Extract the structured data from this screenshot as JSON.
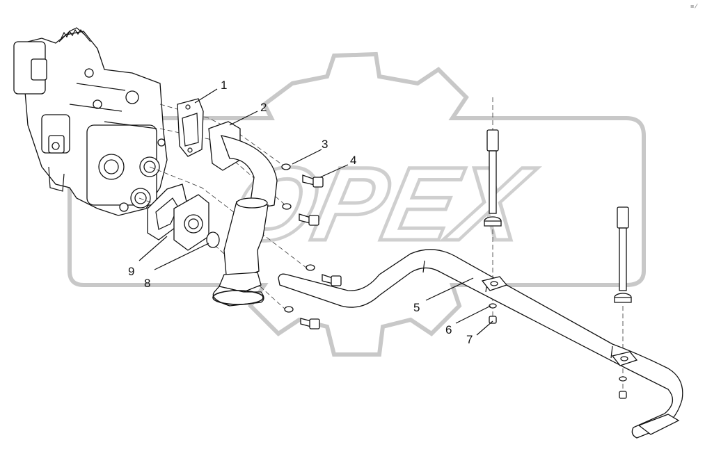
{
  "watermark_text": "OPEX",
  "corner_mark": "≡ ⁄",
  "callouts": [
    {
      "id": "1",
      "label": "1"
    },
    {
      "id": "2",
      "label": "2"
    },
    {
      "id": "3",
      "label": "3"
    },
    {
      "id": "4",
      "label": "4"
    },
    {
      "id": "5",
      "label": "5"
    },
    {
      "id": "6",
      "label": "6"
    },
    {
      "id": "7",
      "label": "7"
    },
    {
      "id": "8",
      "label": "8"
    },
    {
      "id": "9",
      "label": "9"
    }
  ]
}
